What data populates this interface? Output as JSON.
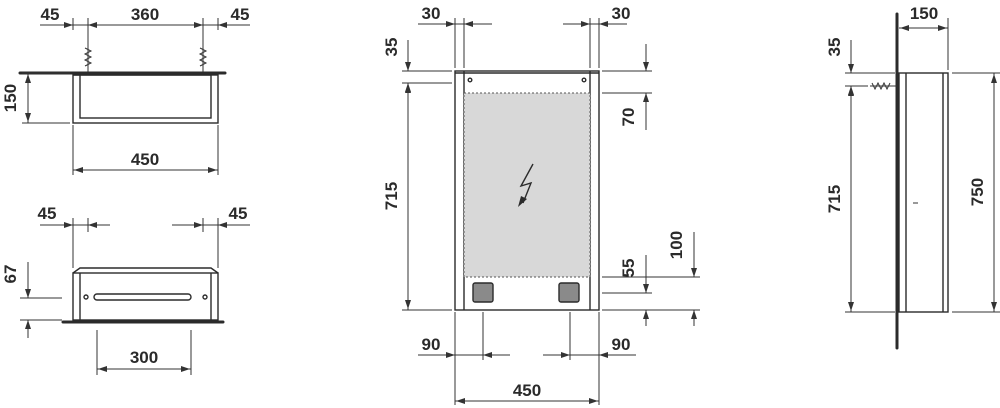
{
  "colors": {
    "line": "#2b2b2b",
    "mirror": "#d8d8d8",
    "socket": "#8a8a8a",
    "background": "#ffffff"
  },
  "icons": {
    "electric": "lightning-bolt-icon",
    "socket": "power-socket-icon"
  },
  "top_view": {
    "dim_left": "45",
    "dim_middle": "360",
    "dim_right": "45",
    "dim_depth": "150",
    "dim_width": "450"
  },
  "bottom_view": {
    "dim_left": "45",
    "dim_right": "45",
    "dim_height": "67",
    "dim_slot": "300"
  },
  "front_view": {
    "dim_top_left": "30",
    "dim_top_right": "30",
    "dim_top_offset": "35",
    "dim_height": "715",
    "dim_mirror_top": "70",
    "dim_socket_height": "100",
    "dim_socket_bottom": "55",
    "dim_bottom_left": "90",
    "dim_bottom_right": "90",
    "dim_width": "450"
  },
  "side_view": {
    "dim_depth": "150",
    "dim_top_offset": "35",
    "dim_inner_height": "715",
    "dim_total_height": "750"
  }
}
